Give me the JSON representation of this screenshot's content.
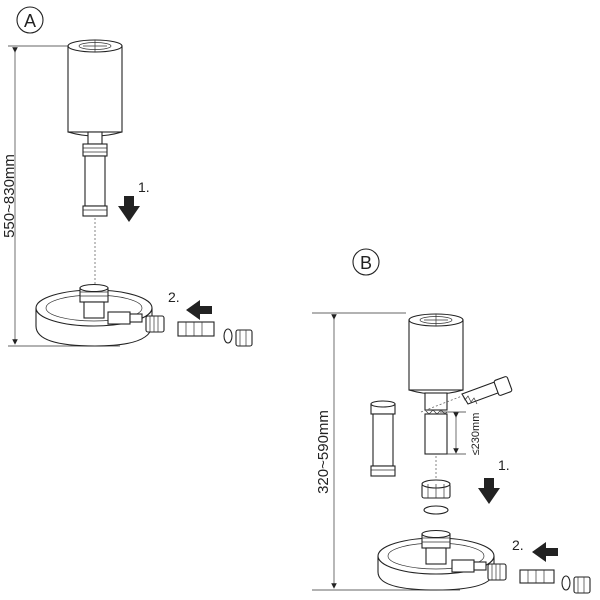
{
  "panel_a": {
    "label": "A",
    "height_range": "550~830mm",
    "step_1": "1.",
    "step_2": "2."
  },
  "panel_b": {
    "label": "B",
    "height_range": "320~590mm",
    "cut_limit": "≤230mm",
    "step_1": "1.",
    "step_2": "2."
  }
}
